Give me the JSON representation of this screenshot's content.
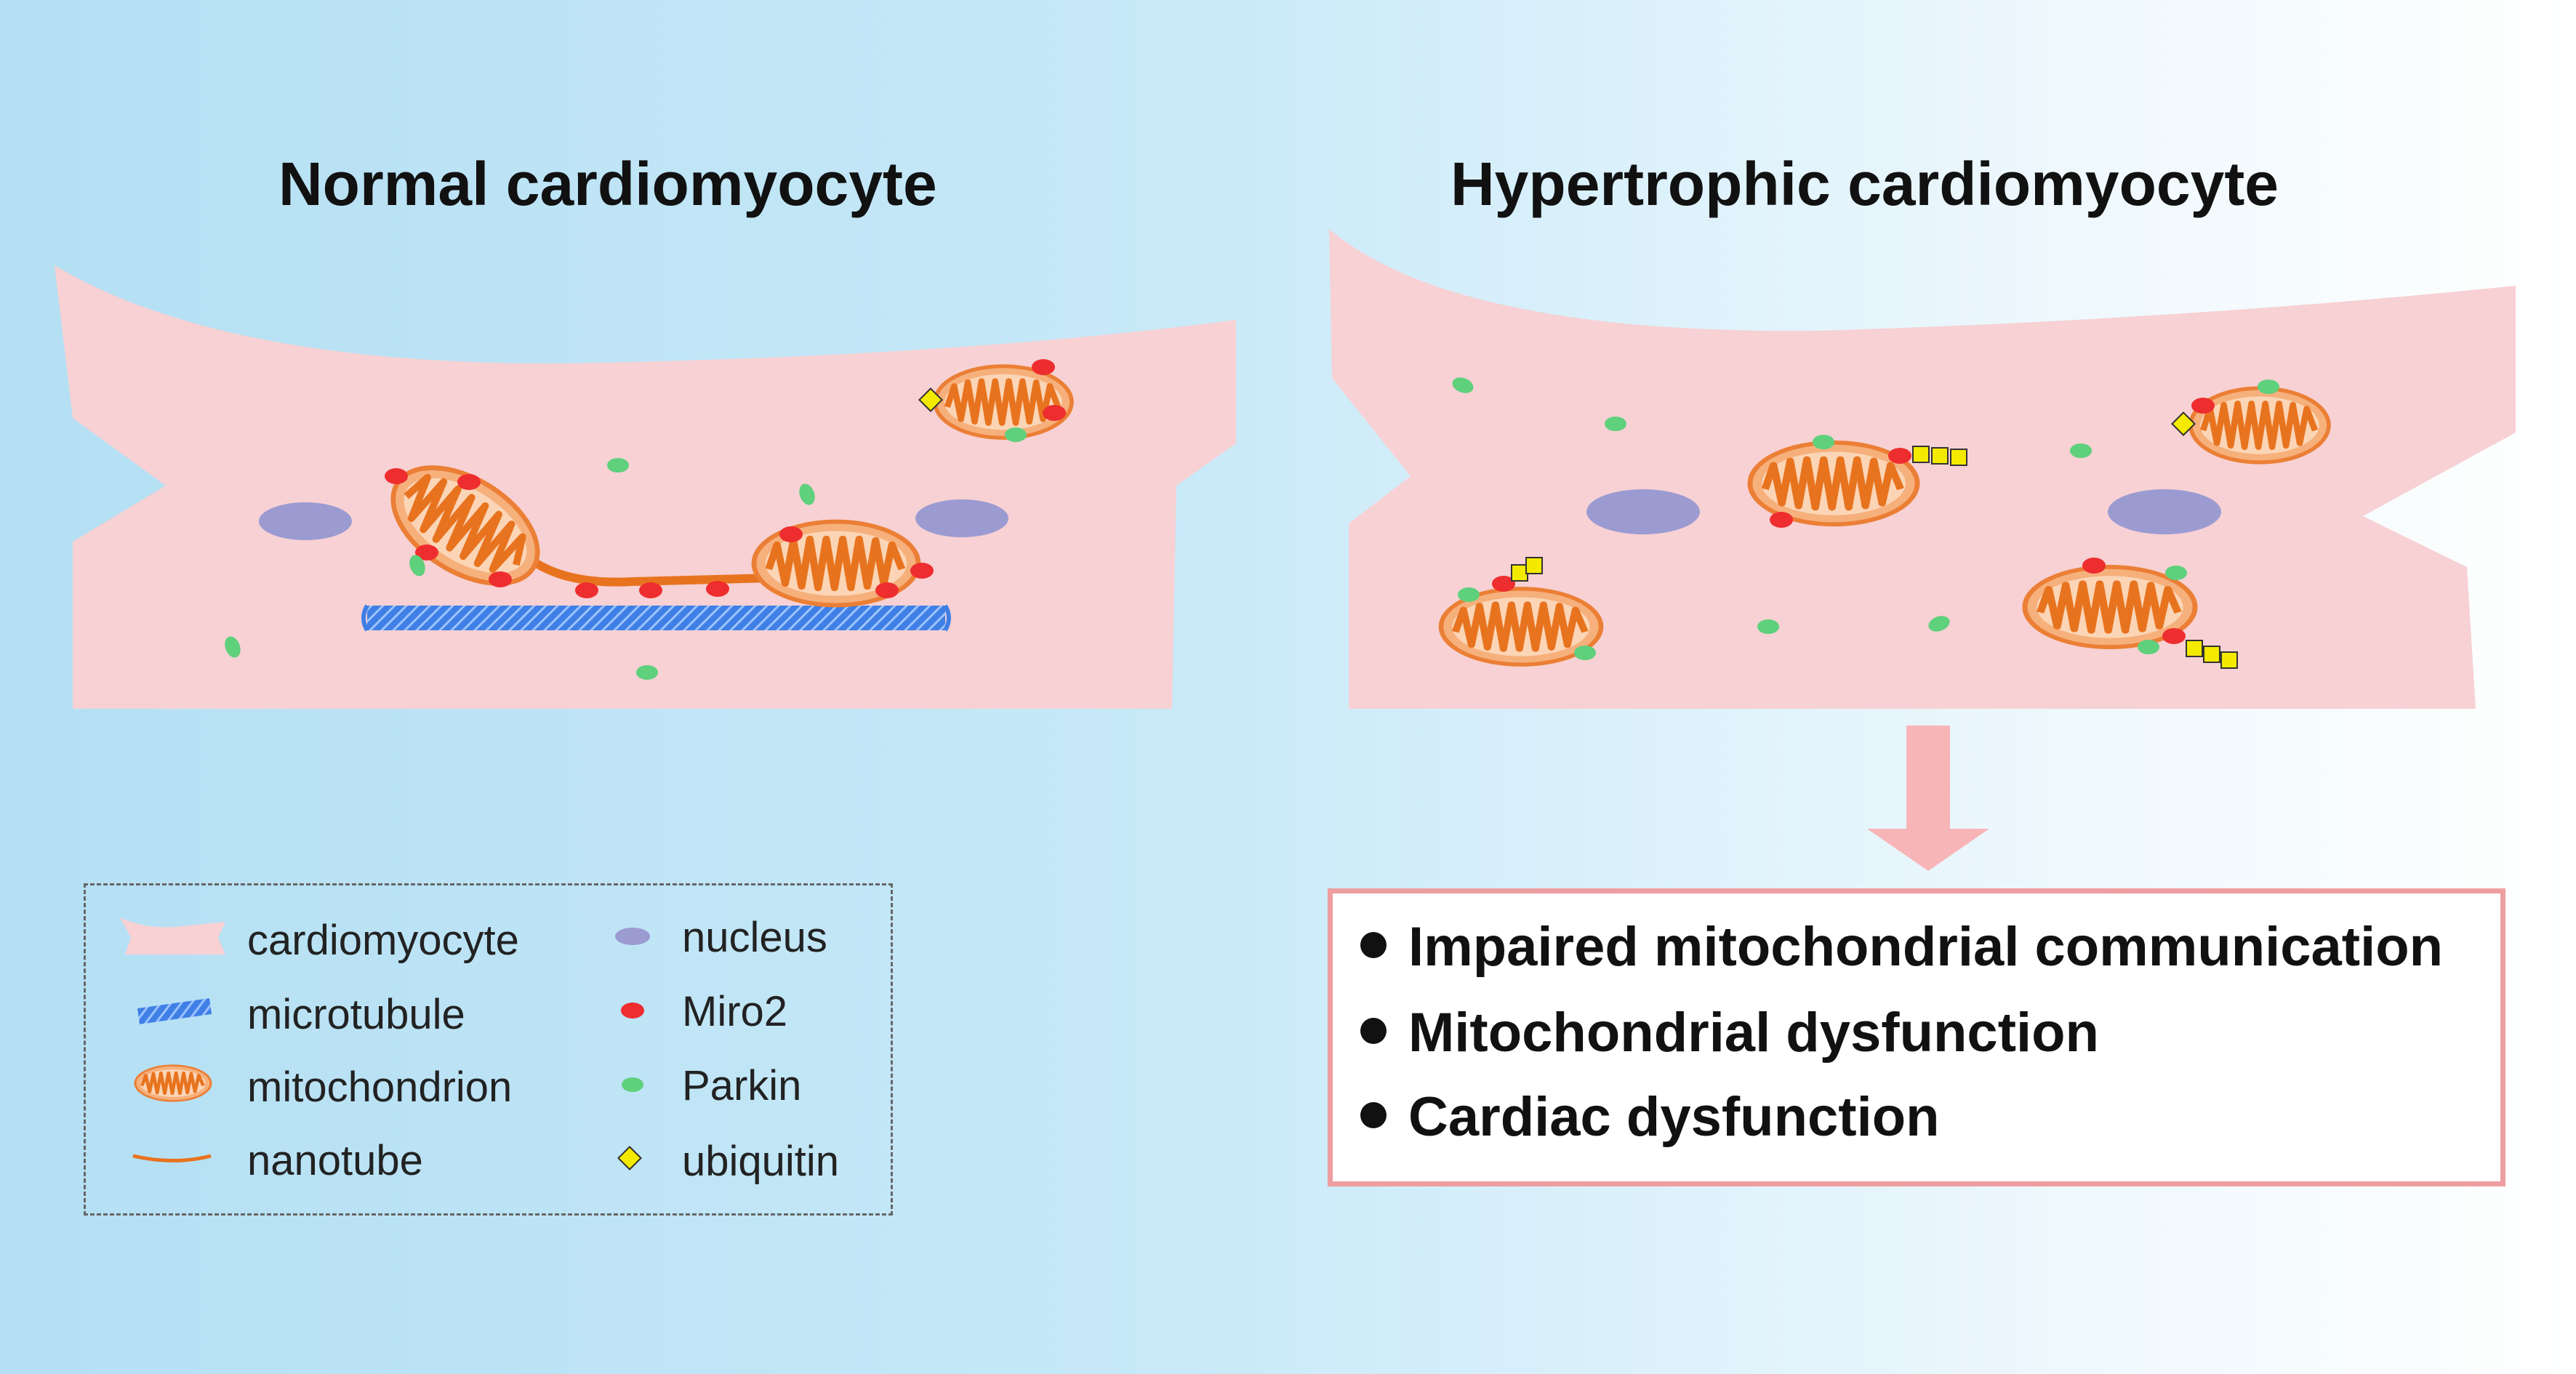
{
  "titles": {
    "left": "Normal cardiomyocyte",
    "right": "Hypertrophic cardiomyocyte"
  },
  "legend": {
    "cardiomyocyte": "cardiomyocyte",
    "microtubule": "microtubule",
    "mitochondrion": "mitochondrion",
    "nanotube": "nanotube",
    "nucleus": "nucleus",
    "miro2": "Miro2",
    "parkin": "Parkin",
    "ubiquitin": "ubiquitin"
  },
  "outcomes": [
    "Impaired mitochondrial communication",
    "Mitochondrial dysfunction",
    "Cardiac dysfunction"
  ],
  "colors": {
    "cell": "#f7d1d4",
    "mito_outer": "#f6b07c",
    "mito_inner": "#e8731f",
    "miro2": "#ee2d2f",
    "parkin": "#5fd07c",
    "ubiquitin": "#f4ea00",
    "nucleus": "#9b9bd2",
    "microtubule": "#3f7fe6",
    "arrow": "#f8b5b8"
  }
}
